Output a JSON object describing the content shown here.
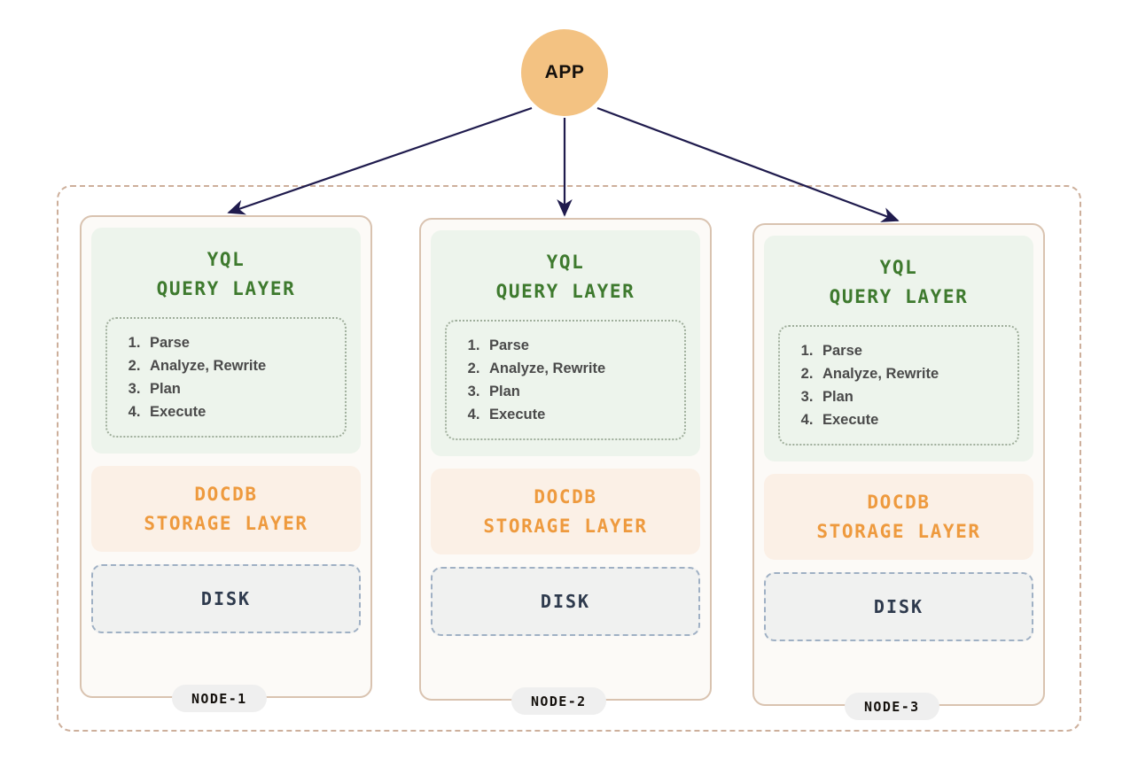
{
  "diagram": {
    "app": {
      "label": "APP",
      "shape": "circle",
      "color": "#F3C282"
    },
    "cluster": {
      "border_style": "dash-dot",
      "border_color": "#CDAF9B"
    },
    "arrow_color": "#1F1B4D",
    "nodes": [
      {
        "badge": "NODE-1",
        "query_layer": {
          "title_line1": "YQL",
          "title_line2": "QUERY LAYER",
          "color": "#3E7A2E",
          "background": "#EDF4EC",
          "steps": [
            "Parse",
            "Analyze, Rewrite",
            "Plan",
            "Execute"
          ]
        },
        "storage_layer": {
          "title_line1": "DOCDB",
          "title_line2": "STORAGE LAYER",
          "color": "#EE9A3E",
          "background": "#FBF0E6"
        },
        "disk": {
          "label": "DISK",
          "color": "#2E3A4D",
          "background": "#F0F1F0",
          "border_color": "#9FB0C4"
        }
      },
      {
        "badge": "NODE-2",
        "query_layer": {
          "title_line1": "YQL",
          "title_line2": "QUERY LAYER",
          "color": "#3E7A2E",
          "background": "#EDF4EC",
          "steps": [
            "Parse",
            "Analyze, Rewrite",
            "Plan",
            "Execute"
          ]
        },
        "storage_layer": {
          "title_line1": "DOCDB",
          "title_line2": "STORAGE LAYER",
          "color": "#EE9A3E",
          "background": "#FBF0E6"
        },
        "disk": {
          "label": "DISK",
          "color": "#2E3A4D",
          "background": "#F0F1F0",
          "border_color": "#9FB0C4"
        }
      },
      {
        "badge": "NODE-3",
        "query_layer": {
          "title_line1": "YQL",
          "title_line2": "QUERY LAYER",
          "color": "#3E7A2E",
          "background": "#EDF4EC",
          "steps": [
            "Parse",
            "Analyze, Rewrite",
            "Plan",
            "Execute"
          ]
        },
        "storage_layer": {
          "title_line1": "DOCDB",
          "title_line2": "STORAGE LAYER",
          "color": "#EE9A3E",
          "background": "#FBF0E6"
        },
        "disk": {
          "label": "DISK",
          "color": "#2E3A4D",
          "background": "#F0F1F0",
          "border_color": "#9FB0C4"
        }
      }
    ]
  }
}
